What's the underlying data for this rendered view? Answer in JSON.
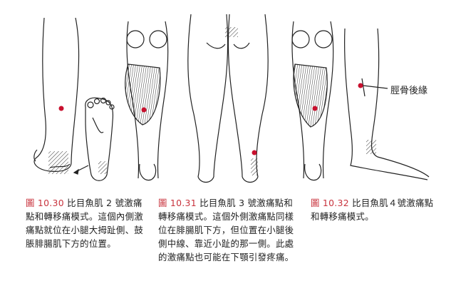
{
  "figures": [
    {
      "number": "圖 10.30",
      "caption": "比目魚肌 2 號激痛點和轉移痛模式。這個內側激痛點就位在小腿大拇趾側、鼓脹腓腸肌下方的位置。"
    },
    {
      "number": "圖 10.31",
      "caption": "比目魚肌 3 號激痛點和轉移痛模式。這個外側激痛點同樣位在腓腸肌下方，但位置在小腿後側中線、靠近小趾的那一側。此處的激痛點也可能在下顎引發疼痛。"
    },
    {
      "number": "圖 10.32",
      "caption": "比目魚肌４號激痛點和轉移痛模式。"
    }
  ],
  "annotation": {
    "label": "脛骨後緣"
  },
  "colors": {
    "figure_number": "#c8323c",
    "trigger_point": "#c8102e",
    "line_art": "#222222"
  }
}
